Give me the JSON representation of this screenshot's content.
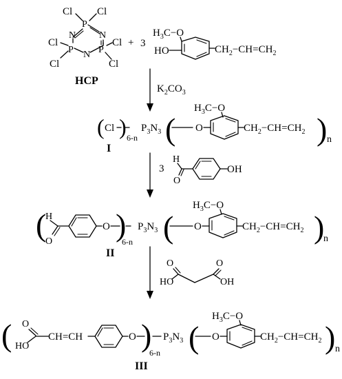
{
  "compounds": {
    "hcp": {
      "label": "HCP",
      "atoms": {
        "cl": "Cl",
        "p": "P",
        "n": "N"
      }
    },
    "eugenol": {
      "coefficient": "3",
      "methoxy": "H3C−O",
      "hydroxy": "HO",
      "allyl": "CH2−CH=CH2"
    },
    "compound_1": {
      "label": "I",
      "cl_group": "Cl",
      "cl_subscript": "6-n",
      "core": "P3N3",
      "methoxy": "H3C−O",
      "link_o": "O",
      "allyl": "CH2−CH=CH2",
      "n_subscript": "n"
    },
    "hydroxybenzaldehyde": {
      "coefficient": "3",
      "h": "H",
      "o": "O",
      "oh": "OH"
    },
    "compound_2": {
      "label": "II",
      "h": "H",
      "o_ald": "O",
      "link_o1": "O",
      "subscript_6n": "6-n",
      "core": "P3N3",
      "methoxy": "H3C−O",
      "link_o2": "O",
      "allyl": "CH2−CH=CH2",
      "n_subscript": "n"
    },
    "malonic_acid": {
      "o_left": "O",
      "o_right": "O",
      "ho": "HO",
      "oh": "OH"
    },
    "compound_3": {
      "label": "III",
      "o_acid": "O",
      "ho": "HO",
      "vinyl": "CH=CH",
      "link_o1": "O",
      "subscript_6n": "6-n",
      "core": "P3N3",
      "methoxy": "H3C−O",
      "link_o2": "O",
      "allyl": "CH2−CH=CH2",
      "n_subscript": "n"
    }
  },
  "reagents": {
    "step1": "K2CO3"
  }
}
